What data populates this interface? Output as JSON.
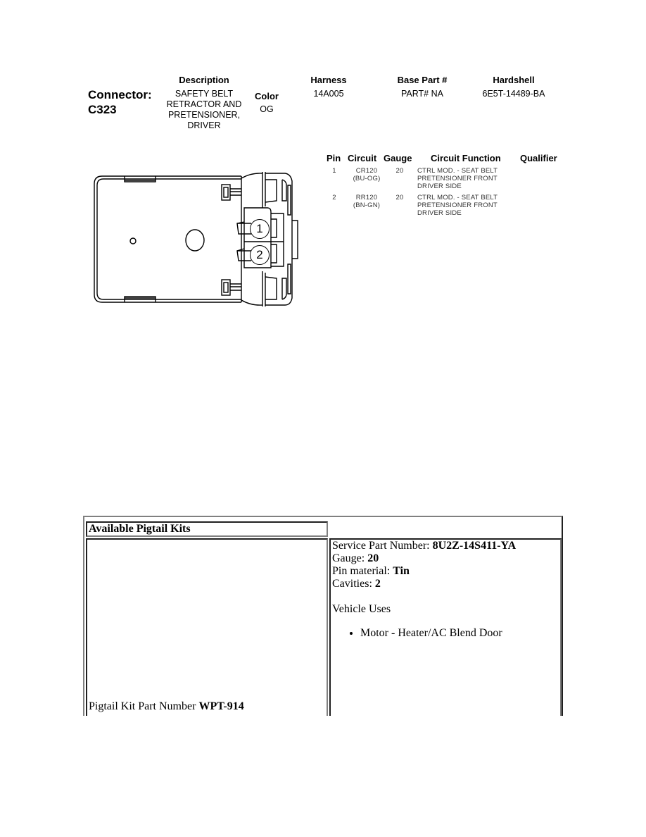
{
  "connector": {
    "label": "Connector:",
    "id": "C323",
    "description_header": "Description",
    "description_lines": [
      "SAFETY BELT",
      "RETRACTOR AND",
      "PRETENSIONER,",
      "DRIVER"
    ],
    "color_header": "Color",
    "color_value": "OG",
    "harness_header": "Harness",
    "harness_value": "14A005",
    "base_part_header": "Base Part #",
    "base_part_value": "PART# NA",
    "hardshell_header": "Hardshell",
    "hardshell_value": "6E5T-14489-BA"
  },
  "diagram": {
    "pin_labels": [
      "1",
      "2"
    ]
  },
  "pin_table": {
    "headers": {
      "pin": "Pin",
      "circuit": "Circuit",
      "gauge": "Gauge",
      "circuit_function": "Circuit Function",
      "qualifier": "Qualifier"
    },
    "rows": [
      {
        "pin": "1",
        "circuit": "CR120",
        "circuit_color": "(BU-OG)",
        "gauge": "20",
        "function_lines": [
          "CTRL MOD. - SEAT BELT",
          "PRETENSIONER FRONT",
          "DRIVER SIDE"
        ],
        "qualifier": ""
      },
      {
        "pin": "2",
        "circuit": "RR120",
        "circuit_color": "(BN-GN)",
        "gauge": "20",
        "function_lines": [
          "CTRL MOD. - SEAT BELT",
          "PRETENSIONER FRONT",
          "DRIVER SIDE"
        ],
        "qualifier": ""
      }
    ]
  },
  "pigtail": {
    "heading": "Available Pigtail Kits",
    "kit_part_label": "Pigtail Kit Part Number ",
    "kit_part_value": "WPT-914",
    "service_part_label": "Service Part Number: ",
    "service_part_value": "8U2Z-14S411-YA",
    "gauge_label": "Gauge: ",
    "gauge_value": "20",
    "pin_material_label": "Pin material: ",
    "pin_material_value": "Tin",
    "cavities_label": "Cavities: ",
    "cavities_value": "2",
    "vehicle_uses_label": "Vehicle Uses",
    "vehicle_uses": [
      "Motor - Heater/AC Blend Door"
    ]
  }
}
